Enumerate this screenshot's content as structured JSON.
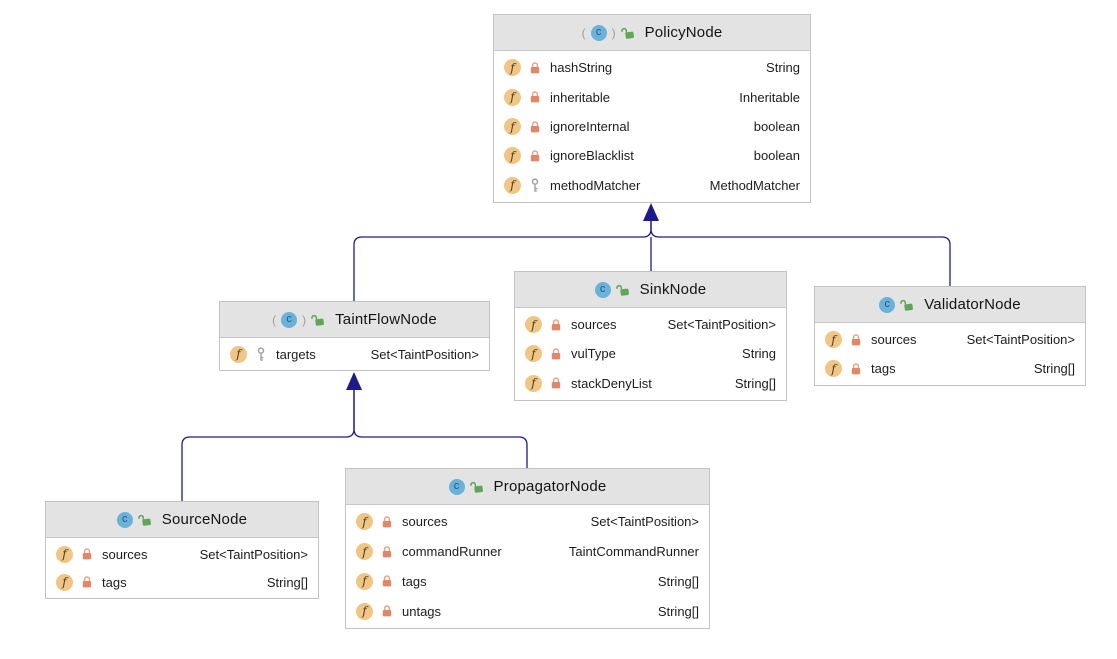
{
  "diagram": {
    "tool": "uml-class-diagram",
    "connector_color": "#1c1c86",
    "header_bg": "#e3e3e3",
    "border_color": "#c3c3c3",
    "icons": {
      "class_letter": "c",
      "field_letter": "f",
      "abstract_paren_open": "(",
      "abstract_paren_close": ")",
      "class_icon_color": "#6ab2da",
      "field_icon_color": "#f1c583",
      "private_lock_color": "#e0876a",
      "public_lock_color": "#61a558",
      "package_key_color": "#a3a3a3"
    },
    "classes": [
      {
        "name": "PolicyNode",
        "abstract": true,
        "fields": [
          {
            "name": "hashString",
            "type": "String",
            "visibility": "private"
          },
          {
            "name": "inheritable",
            "type": "Inheritable",
            "visibility": "private"
          },
          {
            "name": "ignoreInternal",
            "type": "boolean",
            "visibility": "private"
          },
          {
            "name": "ignoreBlacklist",
            "type": "boolean",
            "visibility": "private"
          },
          {
            "name": "methodMatcher",
            "type": "MethodMatcher",
            "visibility": "package"
          }
        ]
      },
      {
        "name": "TaintFlowNode",
        "abstract": true,
        "fields": [
          {
            "name": "targets",
            "type": "Set<TaintPosition>",
            "visibility": "package"
          }
        ]
      },
      {
        "name": "SinkNode",
        "abstract": false,
        "fields": [
          {
            "name": "sources",
            "type": "Set<TaintPosition>",
            "visibility": "private"
          },
          {
            "name": "vulType",
            "type": "String",
            "visibility": "private"
          },
          {
            "name": "stackDenyList",
            "type": "String[]",
            "visibility": "private"
          }
        ]
      },
      {
        "name": "ValidatorNode",
        "abstract": false,
        "fields": [
          {
            "name": "sources",
            "type": "Set<TaintPosition>",
            "visibility": "private"
          },
          {
            "name": "tags",
            "type": "String[]",
            "visibility": "private"
          }
        ]
      },
      {
        "name": "SourceNode",
        "abstract": false,
        "fields": [
          {
            "name": "sources",
            "type": "Set<TaintPosition>",
            "visibility": "private"
          },
          {
            "name": "tags",
            "type": "String[]",
            "visibility": "private"
          }
        ]
      },
      {
        "name": "PropagatorNode",
        "abstract": false,
        "fields": [
          {
            "name": "sources",
            "type": "Set<TaintPosition>",
            "visibility": "private"
          },
          {
            "name": "commandRunner",
            "type": "TaintCommandRunner",
            "visibility": "private"
          },
          {
            "name": "tags",
            "type": "String[]",
            "visibility": "private"
          },
          {
            "name": "untags",
            "type": "String[]",
            "visibility": "private"
          }
        ]
      }
    ],
    "inheritance": [
      {
        "child": "TaintFlowNode",
        "parent": "PolicyNode"
      },
      {
        "child": "SinkNode",
        "parent": "PolicyNode"
      },
      {
        "child": "ValidatorNode",
        "parent": "PolicyNode"
      },
      {
        "child": "SourceNode",
        "parent": "TaintFlowNode"
      },
      {
        "child": "PropagatorNode",
        "parent": "TaintFlowNode"
      }
    ]
  }
}
